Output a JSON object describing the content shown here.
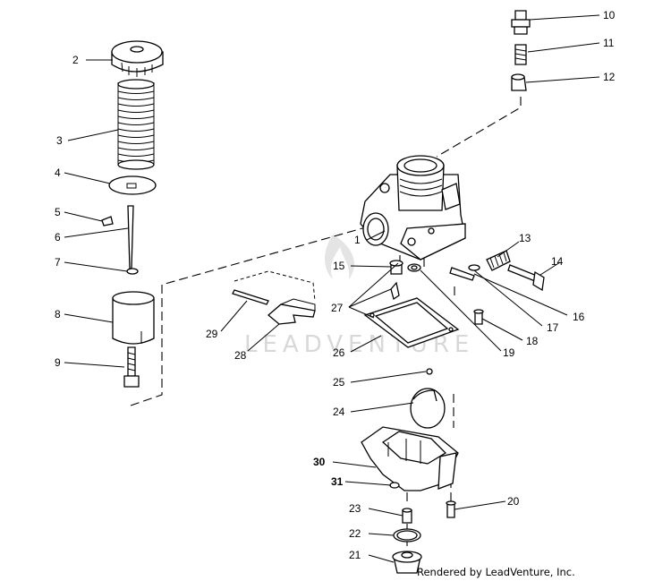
{
  "watermark": "LEADVENTURE",
  "footer": "Rendered by LeadVenture, Inc.",
  "callouts": [
    {
      "id": "1",
      "label": "1"
    },
    {
      "id": "2",
      "label": "2"
    },
    {
      "id": "3",
      "label": "3"
    },
    {
      "id": "4",
      "label": "4"
    },
    {
      "id": "5",
      "label": "5"
    },
    {
      "id": "6",
      "label": "6"
    },
    {
      "id": "7",
      "label": "7"
    },
    {
      "id": "8",
      "label": "8"
    },
    {
      "id": "9",
      "label": "9"
    },
    {
      "id": "10",
      "label": "10"
    },
    {
      "id": "11",
      "label": "11"
    },
    {
      "id": "12",
      "label": "12"
    },
    {
      "id": "13",
      "label": "13"
    },
    {
      "id": "14",
      "label": "14"
    },
    {
      "id": "15",
      "label": "15"
    },
    {
      "id": "16",
      "label": "16"
    },
    {
      "id": "17",
      "label": "17"
    },
    {
      "id": "18",
      "label": "18"
    },
    {
      "id": "19",
      "label": "19"
    },
    {
      "id": "20",
      "label": "20"
    },
    {
      "id": "21",
      "label": "21"
    },
    {
      "id": "22",
      "label": "22"
    },
    {
      "id": "23",
      "label": "23"
    },
    {
      "id": "24",
      "label": "24"
    },
    {
      "id": "25",
      "label": "25"
    },
    {
      "id": "26",
      "label": "26"
    },
    {
      "id": "27",
      "label": "27"
    },
    {
      "id": "28",
      "label": "28"
    },
    {
      "id": "29",
      "label": "29"
    },
    {
      "id": "30",
      "label": "30"
    },
    {
      "id": "31",
      "label": "31"
    }
  ]
}
